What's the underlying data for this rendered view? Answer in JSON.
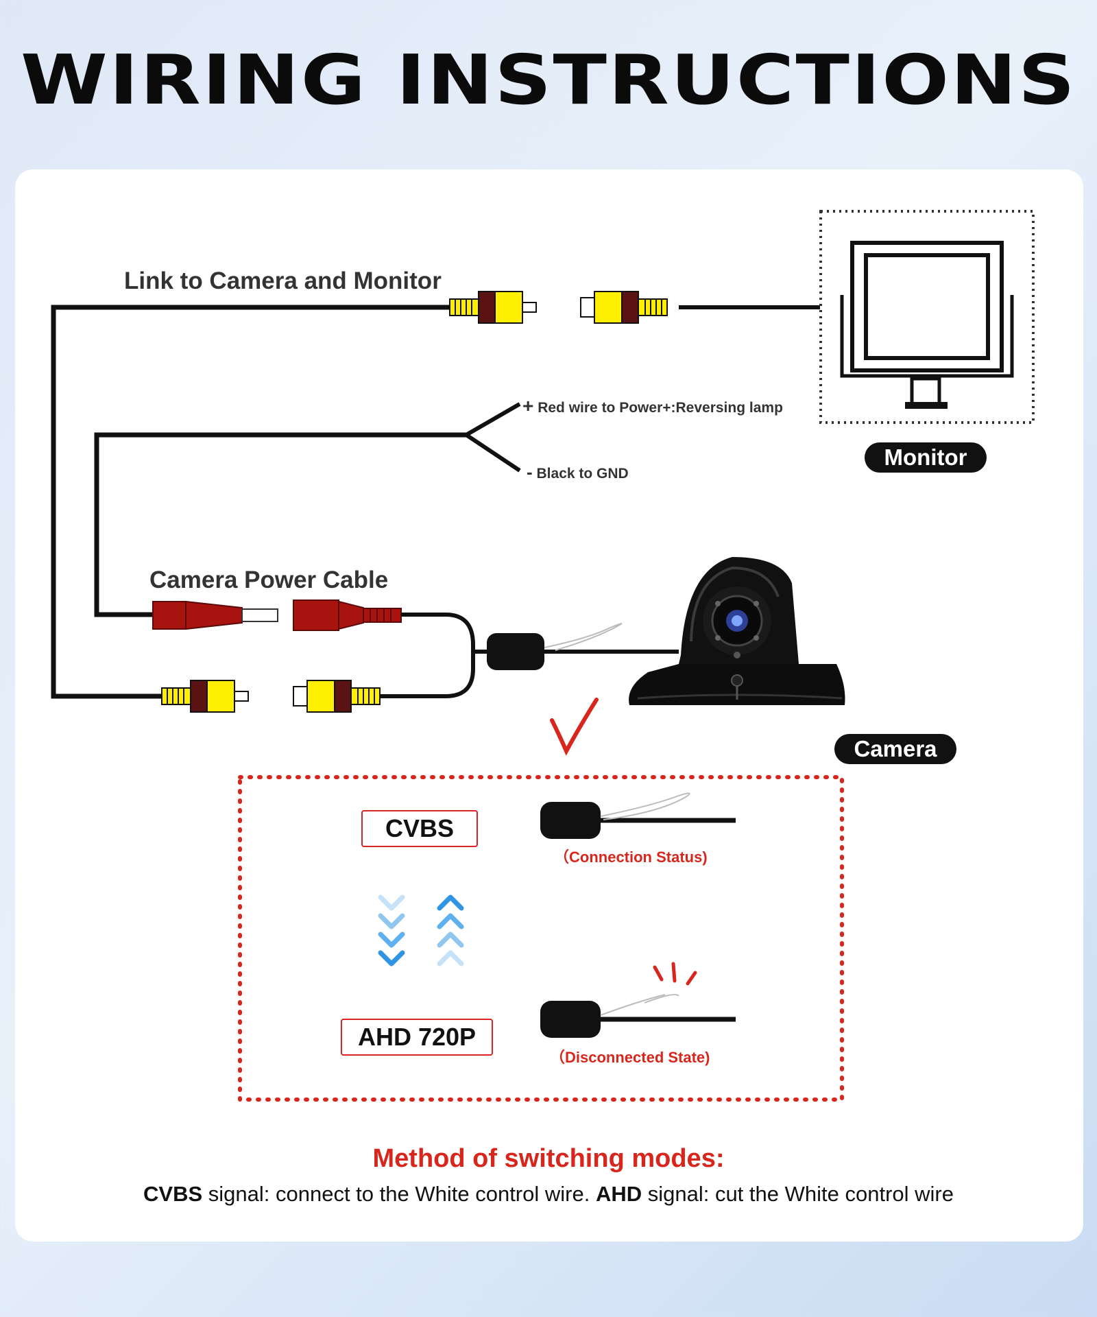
{
  "title": "WIRING INSTRUCTIONS",
  "labels": {
    "link": "Link to Camera and Monitor",
    "power_plus": "Red wire to Power+:Reversing lamp",
    "power_minus": "Black to GND",
    "power_cable": "Camera Power Cable"
  },
  "badges": {
    "monitor": "Monitor",
    "camera": "Camera"
  },
  "modes": {
    "cvbs": "CVBS",
    "cvbs_status": "（Connection Status)",
    "ahd": "AHD 720P",
    "ahd_status": "（Disconnected State)"
  },
  "method": {
    "title": "Method of switching modes:",
    "cvbs_bold": "CVBS",
    "cvbs_text": " signal: connect to the White control wire. ",
    "ahd_bold": "AHD",
    "ahd_text": " signal: cut the White control wire"
  },
  "colors": {
    "accent_red": "#d9261c",
    "rca_yellow": "#ffef00",
    "rca_brown": "#5a1212",
    "power_red": "#a8120f",
    "chevron_blue": "#3aa1ea"
  }
}
